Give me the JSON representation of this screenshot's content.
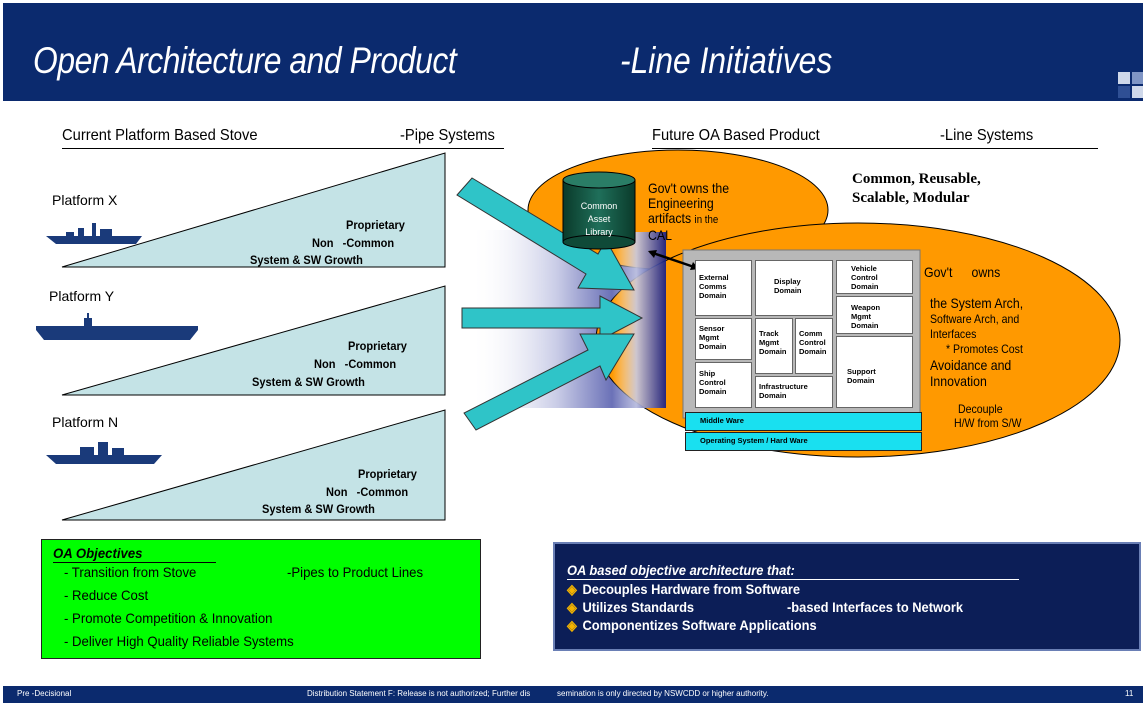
{
  "header": {
    "title_left": "Open Architecture and Product",
    "title_right": "-Line Initiatives",
    "accent_colors": [
      "#cfd8ea",
      "#7f95c5",
      "#2f4f94"
    ]
  },
  "left": {
    "heading_left": "Current Platform Based Stove",
    "heading_right": "-Pipe Systems",
    "platforms": [
      {
        "name": "Platform X",
        "l1": "Proprietary",
        "l2": "Non   -Common",
        "l3": "System & SW Growth",
        "ship_icon": "destroyer-icon"
      },
      {
        "name": "Platform Y",
        "l1": "Proprietary",
        "l2": "Non   -Common",
        "l3": "System & SW Growth",
        "ship_icon": "carrier-icon"
      },
      {
        "name": "Platform N",
        "l1": "Proprietary",
        "l2": "Non   -Common",
        "l3": "System & SW Growth",
        "ship_icon": "frigate-icon"
      }
    ]
  },
  "right": {
    "heading_left": "Future OA Based Product",
    "heading_right": "-Line Systems",
    "tagline_1": "Common, Reusable,",
    "tagline_2": "Scalable, Modular",
    "cal_1": "Common",
    "cal_2": "Asset",
    "cal_3": "Library",
    "top_oval_1": "Gov't owns the",
    "top_oval_2": "Engineering",
    "top_oval_3": "artifacts",
    "top_oval_3b": "in the",
    "top_oval_4": "CAL",
    "big_oval_1": "Gov't",
    "big_oval_1b": "owns",
    "big_oval_2": "the System Arch,",
    "big_oval_3": "Software Arch, and",
    "big_oval_4": "Interfaces",
    "big_oval_5": "* Promotes Cost",
    "big_oval_6": "Avoidance and",
    "big_oval_7": "Innovation",
    "big_oval_8": "Decouple",
    "big_oval_9": "H/W from S/W",
    "domains": {
      "external_comms": [
        "External",
        "Comms",
        "Domain"
      ],
      "display": [
        "Display",
        "Domain"
      ],
      "vehicle_control": [
        "Vehicle",
        "Control",
        "Domain"
      ],
      "weapon_mgmt": [
        "Weapon",
        "Mgmt",
        "Domain"
      ],
      "sensor_mgmt": [
        "Sensor",
        "Mgmt",
        "Domain"
      ],
      "track_mgmt": [
        "Track",
        "Mgmt",
        "Domain"
      ],
      "comm_control": [
        "Comm",
        "Control",
        "Domain"
      ],
      "support": [
        "Support",
        "Domain"
      ],
      "ship_control": [
        "Ship",
        "Control",
        "Domain"
      ],
      "infrastructure": [
        "Infrastructure",
        "Domain"
      ]
    },
    "middle_ware": "Middle Ware",
    "os_hw": "Operating System / Hard Ware"
  },
  "objectives": {
    "title": "OA Objectives",
    "items": [
      {
        "a": "- Transition from Stove",
        "b": "-Pipes to Product Lines"
      },
      {
        "a": "- Reduce Cost",
        "b": ""
      },
      {
        "a": "- Promote Competition & Innovation",
        "b": ""
      },
      {
        "a": "- Deliver High Quality Reliable Systems",
        "b": ""
      }
    ],
    "bg_color": "#00ff00"
  },
  "oa_arch": {
    "title": "OA based objective architecture that:",
    "items": [
      {
        "a": "Decouples Hardware from Software",
        "b": ""
      },
      {
        "a": "Utilizes Standards",
        "b": "-based Interfaces to Network"
      },
      {
        "a": "Componentizes Software Applications",
        "b": ""
      }
    ],
    "bullet_icon": "diamond-bullet-icon"
  },
  "footer": {
    "left": "Pre -Decisional",
    "mid1": "Distribution Statement F: Release is not authorized; Further dis",
    "mid2": "semination is only directed by NSWCDD or higher authority.",
    "page": "11"
  }
}
